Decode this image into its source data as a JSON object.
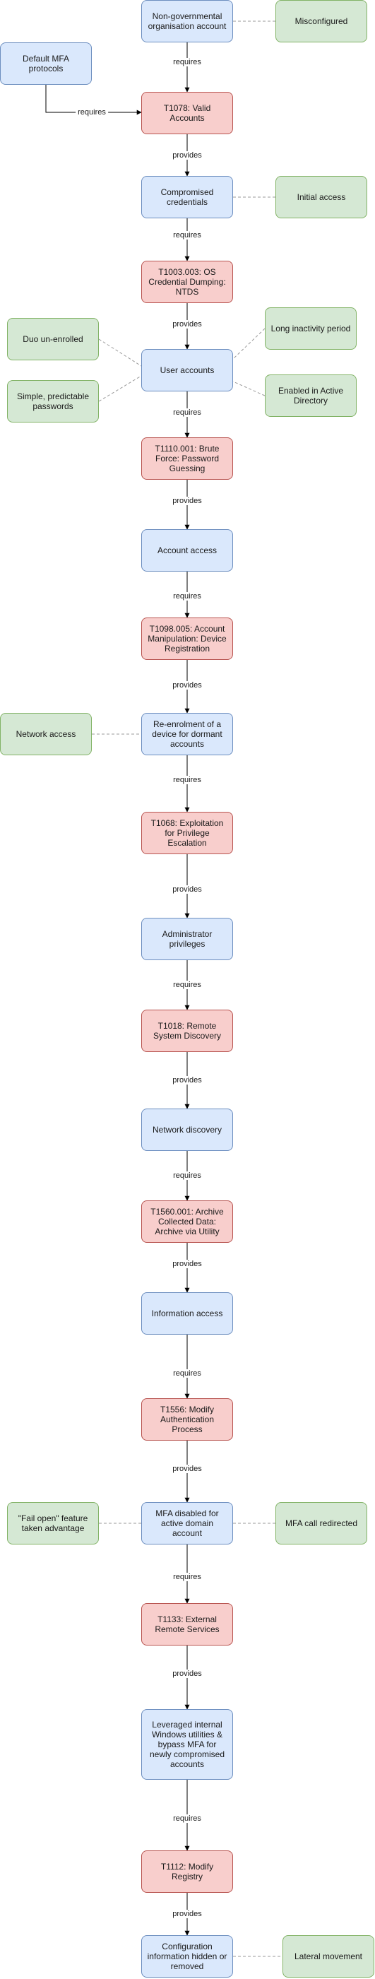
{
  "nodes": {
    "ngo_account": "Non-governmental organisation account",
    "misconfigured": "Misconfigured",
    "default_mfa": "Default MFA protocols",
    "t1078": "T1078: Valid Accounts",
    "compromised_credentials": "Compromised credentials",
    "initial_access": "Initial access",
    "t1003": "T1003.003: OS Credential Dumping: NTDS",
    "duo_unenrolled": "Duo un-enrolled",
    "long_inactivity": "Long inactivity period",
    "user_accounts": "User accounts",
    "simple_passwords": "Simple, predictable passwords",
    "enabled_ad": "Enabled in Active Directory",
    "t1110": "T1110.001: Brute Force: Password Guessing",
    "account_access": "Account access",
    "t1098": "T1098.005: Account Manipulation: Device Registration",
    "network_access": "Network access",
    "reenrolment": "Re-enrolment of a device for dormant accounts",
    "t1068": "T1068: Exploitation for Privilege Escalation",
    "admin_privileges": "Administrator privileges",
    "t1018": "T1018: Remote System Discovery",
    "network_discovery": "Network discovery",
    "t1560": "T1560.001: Archive Collected Data: Archive via Utility",
    "information_access": "Information access",
    "t1556": "T1556: Modify Authentication Process",
    "fail_open": "\"Fail open\" feature taken advantage",
    "mfa_disabled": "MFA disabled for active domain account",
    "mfa_call_redirected": "MFA call redirected",
    "t1133": "T1133: External Remote Services",
    "leveraged_windows": "Leveraged internal Windows utilities & bypass MFA for newly compromised accounts",
    "t1112": "T1112: Modify Registry",
    "config_hidden": "Configuration information hidden or removed",
    "lateral_movement": "Lateral movement"
  },
  "edge_labels": {
    "requires": "requires",
    "provides": "provides"
  },
  "colors": {
    "asset_fill": "#dae8fc",
    "asset_stroke": "#6c8ebf",
    "technique_fill": "#f8cecc",
    "technique_stroke": "#b85450",
    "attribute_fill": "#d5e8d4",
    "attribute_stroke": "#82b366",
    "line": "#000000",
    "dashed_line": "#999999"
  }
}
